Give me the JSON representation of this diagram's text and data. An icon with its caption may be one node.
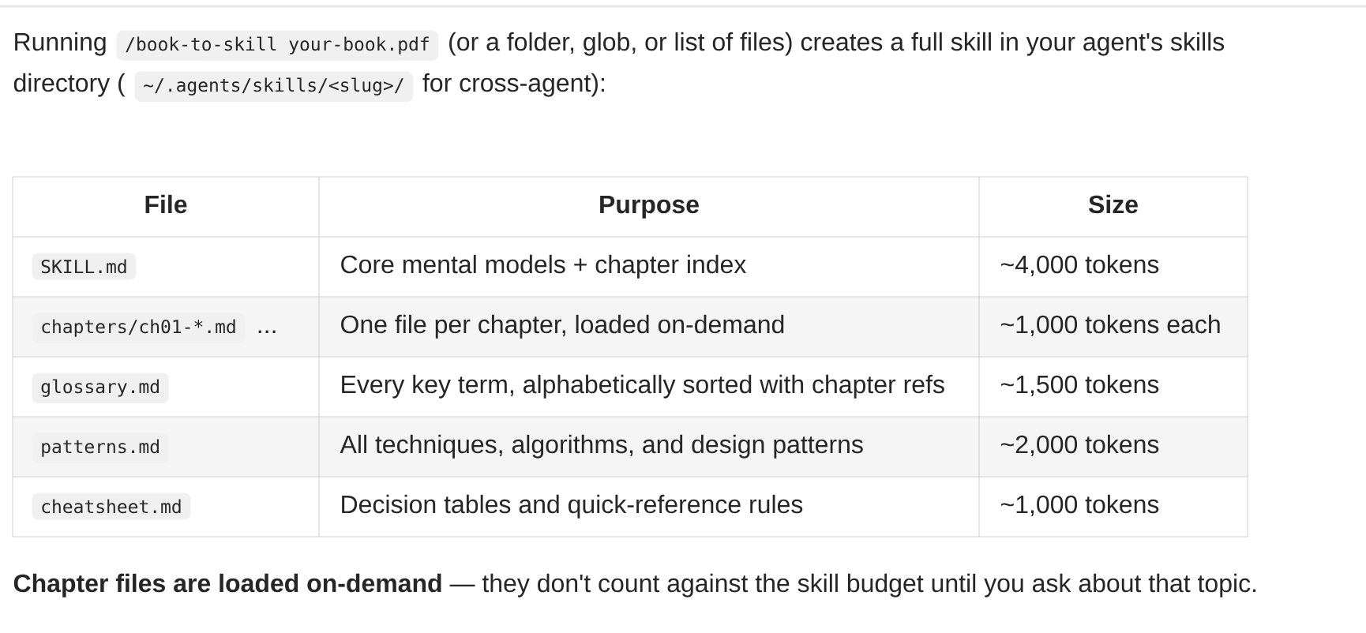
{
  "diagram": {
    "labels": [
      "Running",
      "/book-to-skill your-book.pdf",
      "(or a folder, glob, or list of files) creates a full skill in your agent's skills",
      "directory (",
      "~/.agents/skills/<slug>/",
      "for cross-agent):",
      "File",
      "Purpose",
      "Size",
      "SKILL.md",
      "Core mental models + chapter index",
      "~4,000 tokens",
      "chapters/ch01-*.md",
      "...",
      "One file per chapter, loaded on-demand",
      "~1,000 tokens each",
      "glossary.md",
      "Every key term, alphabetically sorted with chapter refs",
      "~1,500 tokens",
      "patterns.md",
      "All techniques, algorithms, and design patterns",
      "~2,000 tokens",
      "cheatsheet.md",
      "Decision tables and quick-reference rules",
      "~1,000 tokens",
      "**Chapter files are loaded on-demand** — they don't count against the skill budget until you ask about that topic."
    ]
  }
}
